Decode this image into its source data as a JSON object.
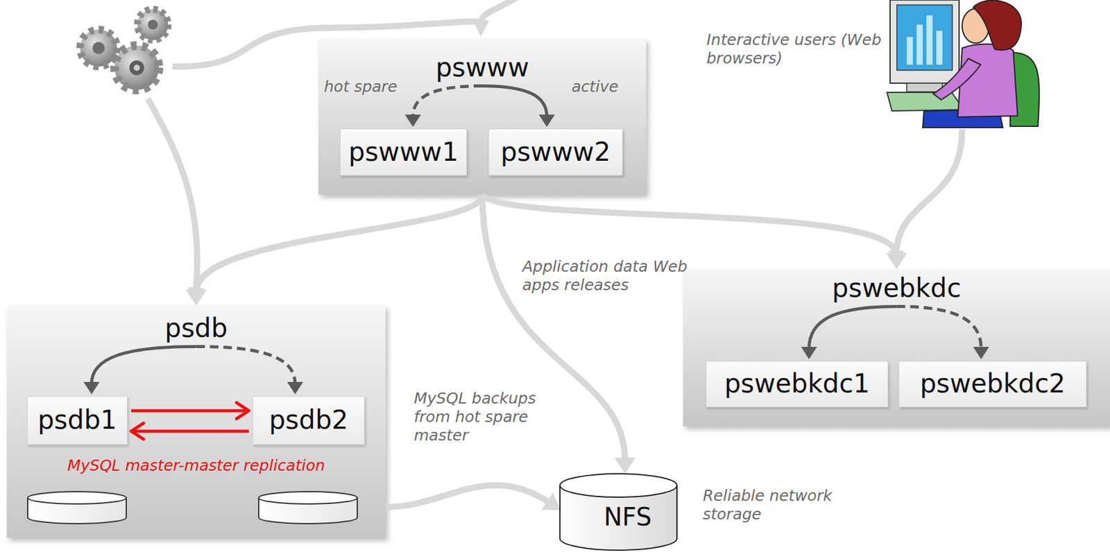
{
  "diagram": {
    "nodes": [
      {
        "text": [
          "pswww"
        ]
      },
      {
        "text": [
          "pswww1"
        ],
        "in": 0
      },
      {
        "text": [
          "pswww2"
        ],
        "in": 0
      },
      {
        "text": [
          "pswebkdc"
        ]
      },
      {
        "text": [
          "pswebkdc1"
        ],
        "in": 3
      },
      {
        "text": [
          "pswebkdc2"
        ],
        "in": 3
      },
      {
        "text": [
          "psdb"
        ]
      },
      {
        "text": [
          "psdb1"
        ],
        "in": 6
      },
      {
        "text": [
          "psdb2"
        ],
        "in": 6
      },
      {
        "text": [
          "NFS"
        ]
      }
    ],
    "edges": [
      {
        "from": 0,
        "to": 1,
        "arrow": "to",
        "label": "hot spare"
      },
      {
        "from": 0,
        "to": 2,
        "arrow": "to",
        "label": "active"
      },
      {
        "from": 3,
        "to": 4,
        "arrow": "to"
      },
      {
        "from": 3,
        "to": 5,
        "arrow": "to"
      },
      {
        "from": 6,
        "to": 7,
        "arrow": "to"
      },
      {
        "from": 6,
        "to": 8,
        "arrow": "to"
      },
      {
        "from": 7,
        "to": 8,
        "arrow": "to"
      },
      {
        "from": 8,
        "to": 7,
        "arrow": "to"
      },
      {
        "from": 0,
        "to": 6,
        "arrow": "to"
      },
      {
        "from": 0,
        "to": 9,
        "arrow": "to",
        "label": "Application data Web apps releases"
      },
      {
        "from": 0,
        "to": 3,
        "arrow": "to"
      },
      {
        "from": 6,
        "to": 9,
        "arrow": "to",
        "label": "MySQL backups from hot spare master"
      }
    ],
    "labels": [
      "Interactive users (Web browsers)",
      "MySQL master-master replication",
      "Reliable network storage"
    ]
  }
}
